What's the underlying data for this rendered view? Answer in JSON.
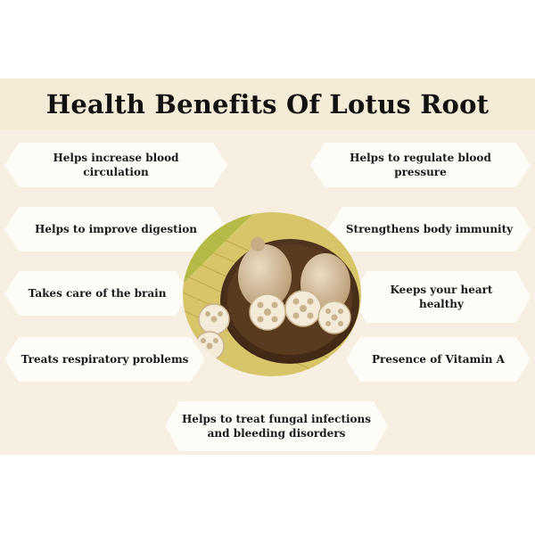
{
  "title": "Health Benefits Of Lotus Root",
  "benefits": {
    "left": [
      "Helps increase blood circulation",
      "Helps to improve digestion",
      "Takes care of the brain",
      "Treats respiratory problems"
    ],
    "right": [
      "Helps to regulate blood pressure",
      "Strengthens body immunity",
      "Keeps your heart healthy",
      "Presence of Vitamin A"
    ],
    "bottom": "Helps to treat fungal infections and bleeding disorders"
  },
  "colors": {
    "title_band": "#f4ecd6",
    "panel": "#f7efe1",
    "card": "#fefcf7",
    "text": "#111111"
  },
  "image": "lotus-root-bowl-photo"
}
